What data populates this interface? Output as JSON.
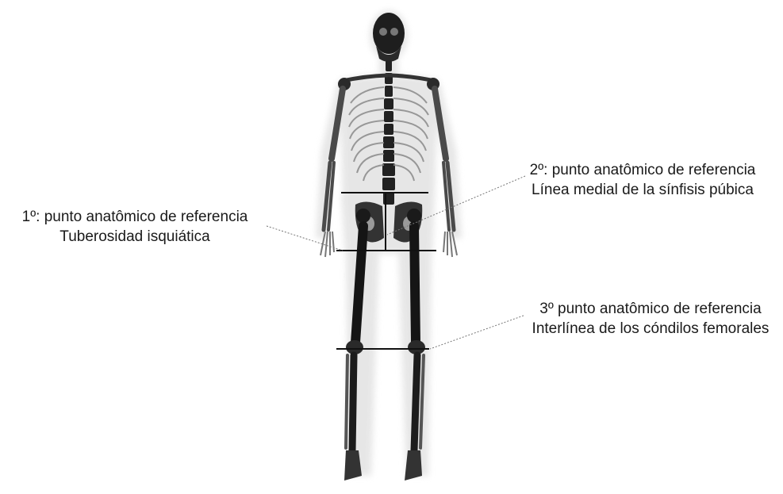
{
  "figure": {
    "annotations": [
      {
        "id": "ref1",
        "line1": "1º: punto anatômico de referencia",
        "line2": "Tuberosidad isquiática"
      },
      {
        "id": "ref2",
        "line1": "2º: punto anatômico de referencia",
        "line2": "Línea medial de la sínfisis púbica"
      },
      {
        "id": "ref3",
        "line1": "3º punto anatômico de referencia",
        "line2": "Interlínea de los cóndilos femorales"
      }
    ],
    "colors": {
      "bone": "#2a2a2a",
      "soft_tissue": "#cfcfcf",
      "marker_line": "#111111",
      "leader_line": "#777777"
    }
  }
}
